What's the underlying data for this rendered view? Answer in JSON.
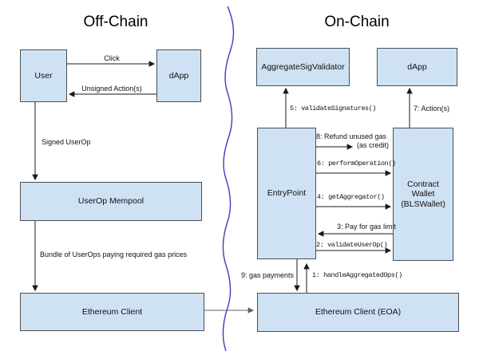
{
  "titles": {
    "off_chain": "Off-Chain",
    "on_chain": "On-Chain"
  },
  "boxes": {
    "user": "User",
    "dapp_offchain": "dApp",
    "userop_mempool": "UserOp Mempool",
    "ethereum_client": "Ethereum Client",
    "aggregate_sig_validator": "AggregateSigValidator",
    "dapp_onchain": "dApp",
    "entrypoint": "EntryPoint",
    "contract_wallet": "Contract\nWallet\n(BLSWallet)",
    "ethereum_client_eoa": "Ethereum Client (EOA)"
  },
  "edge_labels": {
    "click": "Click",
    "unsigned_actions": "Unsigned Action(s)",
    "signed_userop": "Signed UserOp",
    "bundle_userops": "Bundle of UserOps paying required gas prices",
    "step_1": "1: handleAggregatedOps()",
    "step_2": "2: validateUserOp()",
    "step_3": "3: Pay for gas limit",
    "step_4": "4: getAggregator()",
    "step_5": "5: validateSignatures()",
    "step_6": "6: performOperation()",
    "step_7": "7: Action(s)",
    "step_8": "8: Refund unused gas",
    "step_8_credit": "(as credit)",
    "step_9": "9: gas payments"
  },
  "colors": {
    "box_fill": "#cfe2f3",
    "box_border": "#4a4e54",
    "divider_wave": "#3d3dbb",
    "arrow": "#1a1a1a",
    "connector_gray": "#5f6368"
  }
}
